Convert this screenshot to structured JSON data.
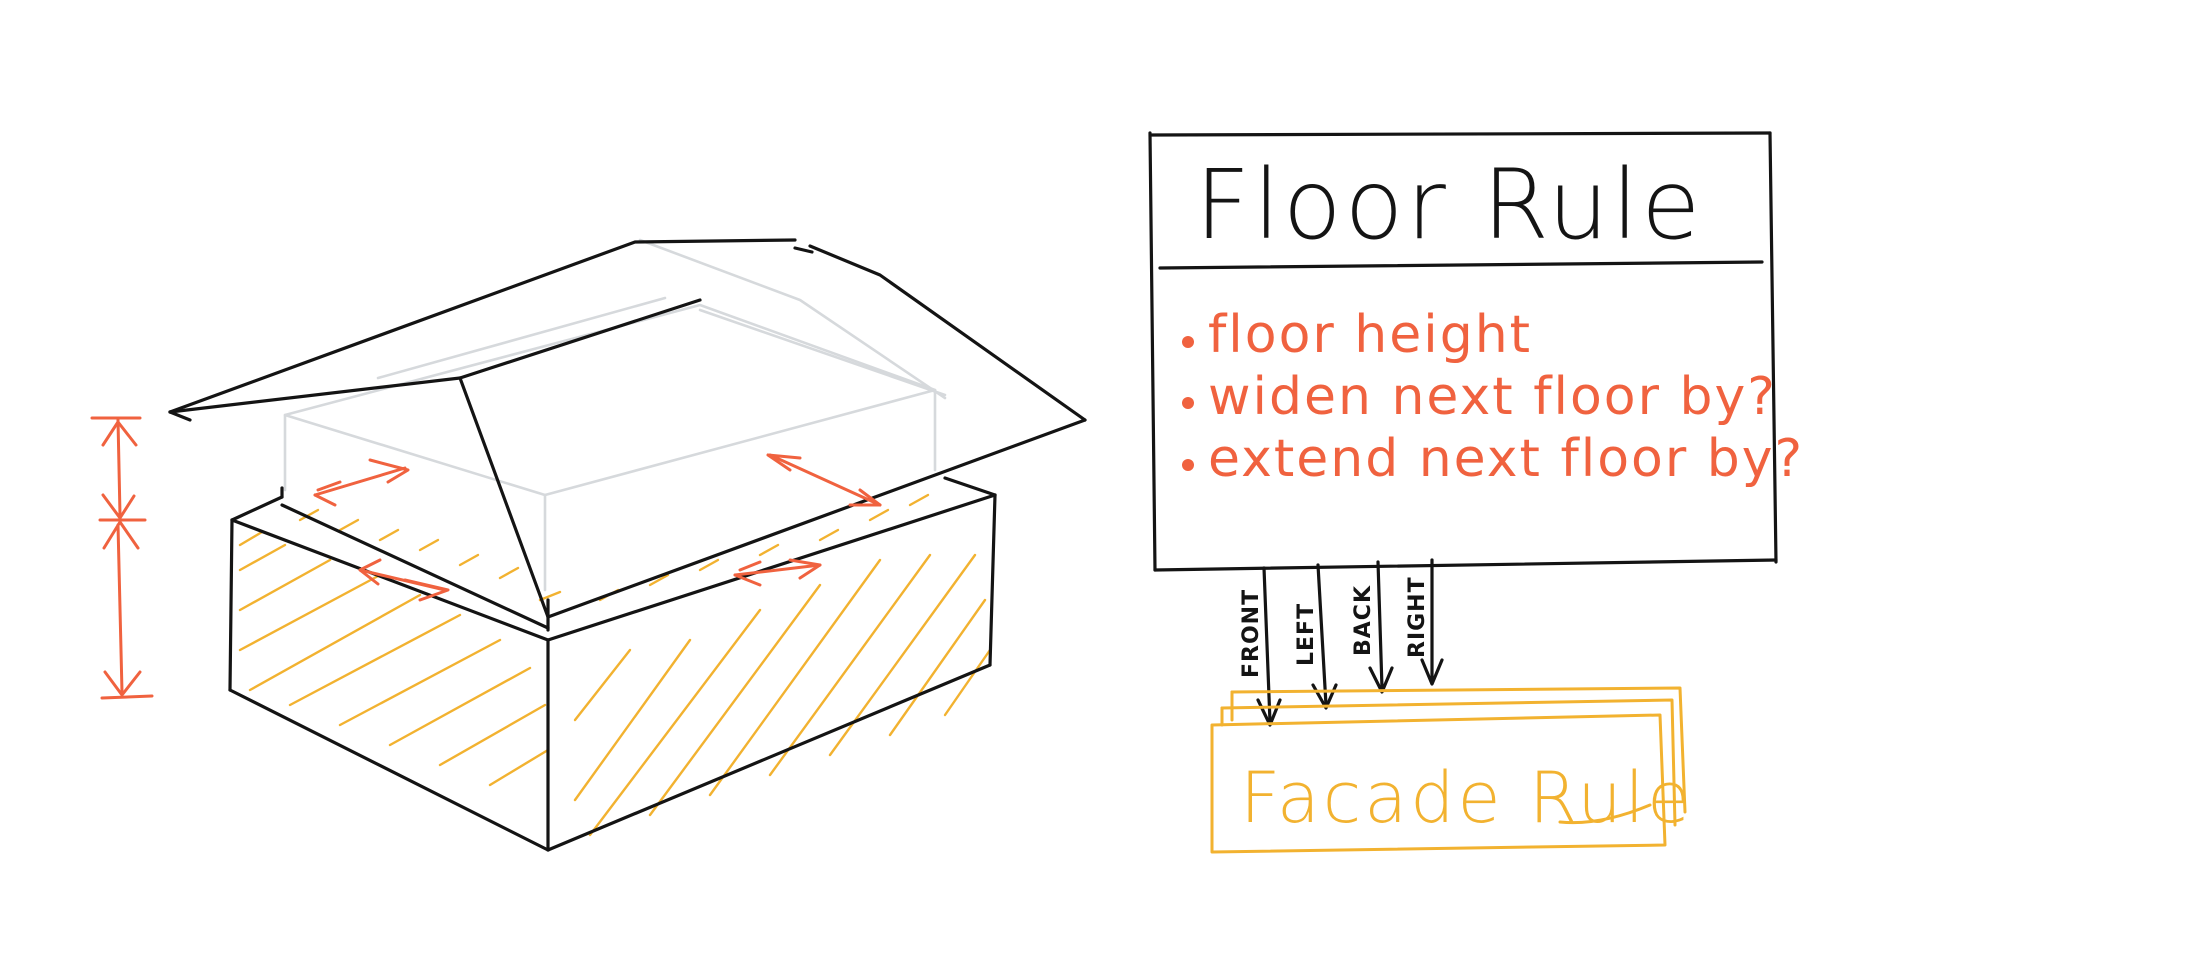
{
  "floor_rule": {
    "title": "Floor Rule",
    "bullets": [
      "floor height",
      "widen next floor by?",
      "extend next floor by?"
    ]
  },
  "side_labels": [
    "FRONT",
    "LEFT",
    "BACK",
    "RIGHT"
  ],
  "facade_rule": {
    "title": "Facade Rule"
  },
  "colors": {
    "ink": "#141414",
    "accent_red": "#f0623f",
    "accent_yellow": "#f2b230",
    "ghost_gray": "#d6d9dc",
    "background": "#ffffff"
  }
}
